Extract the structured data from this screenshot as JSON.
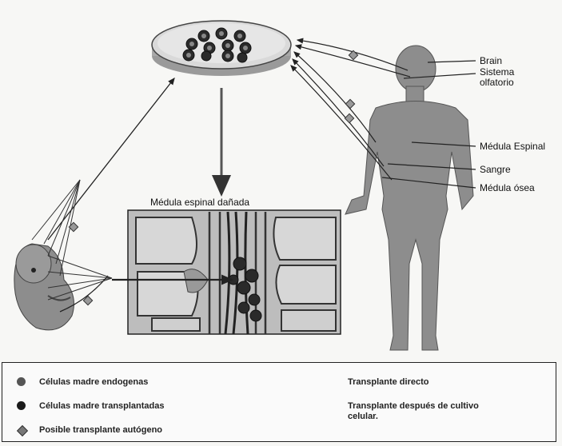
{
  "labels": {
    "brain": "Brain",
    "olfactory_1": "Sistema",
    "olfactory_2": "olfatorio",
    "spinal_cord": "Médula Espinal",
    "blood": "Sangre",
    "bone_marrow": "Médula ósea",
    "damaged_cord": "Médula espinal dañada"
  },
  "legend": {
    "endogenous": "Células madre endogenas",
    "transplanted": "Células madre transplantadas",
    "autologous": "Posible transplante autógeno",
    "direct": "Transplante directo",
    "after_culture_1": "Transplante después de cultivo",
    "after_culture_2": "celular."
  },
  "colors": {
    "endogenous_dot": "#555555",
    "transplanted_dot": "#1a1a1a",
    "diamond": "#777777",
    "body": "#8a8a8a"
  },
  "icons": [
    "petri-dish-icon",
    "human-figure-icon",
    "fetus-icon",
    "spinal-cord-cross-section-icon",
    "arrow-icon"
  ]
}
